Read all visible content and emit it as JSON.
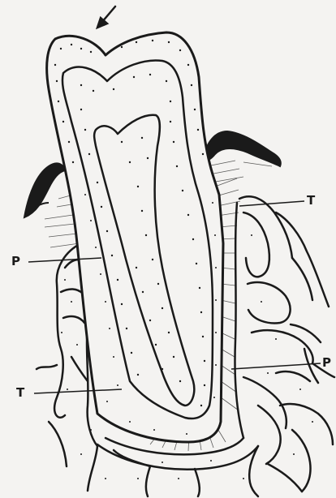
{
  "labels": {
    "t_upper": "T",
    "p_left": "P",
    "p_right": "P",
    "t_lower": "T"
  },
  "colors": {
    "ink": "#1a1a1a",
    "paper": "#f4f3f1"
  }
}
